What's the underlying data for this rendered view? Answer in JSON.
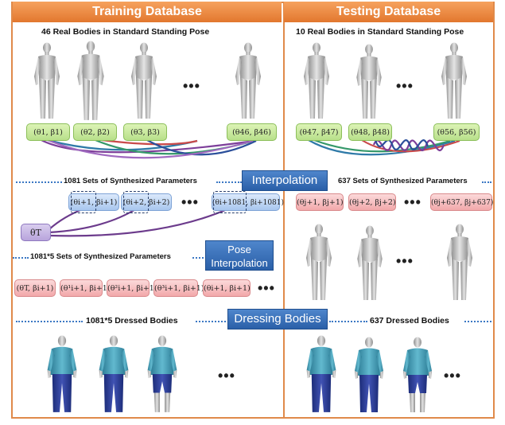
{
  "headers": {
    "training": "Training Database",
    "testing": "Testing Database"
  },
  "training": {
    "real_bodies": "46 Real Bodies in Standard Standing Pose",
    "params": [
      "(θ1, β1)",
      "(θ2, β2)",
      "(θ3, β3)",
      "(θ46, β46)"
    ],
    "synth_label": "1081 Sets of Synthesized Parameters",
    "synth_params": [
      "(θi+1, βi+1)",
      "(θi+2, βi+2)",
      "(θi+1081, βi+1081)"
    ],
    "theta_t": "θT",
    "pose_synth_label": "1081*5 Sets of Synthesized Parameters",
    "pose_params": [
      "(θT, βi+1)",
      "(θ¹i+1, βi+1)",
      "(θ²i+1, βi+1)",
      "(θ³i+1, βi+1)",
      "(θi+1, βi+1)"
    ],
    "dressed_label": "1081*5 Dressed Bodies"
  },
  "testing": {
    "real_bodies": "10 Real Bodies in Standard Standing Pose",
    "params": [
      "(θ47, β47)",
      "(θ48, β48)",
      "(θ56, β56)"
    ],
    "synth_label": "637 Sets of Synthesized Parameters",
    "synth_params": [
      "(θj+1, βj+1)",
      "(θj+2, βj+2)",
      "(θj+637, βj+637)"
    ],
    "dressed_label": "637 Dressed Bodies"
  },
  "banners": {
    "interpolation": "Interpolation",
    "pose_interpolation": "Pose Interpolation",
    "dressing": "Dressing Bodies"
  },
  "ellipsis": "•••",
  "colors": {
    "border": "#e08a4a",
    "banner": "#2a5fa8",
    "green": "#b8e08a",
    "blue": "#a8c6ee",
    "red": "#f2a8aa",
    "purple": "#b8a4dc"
  }
}
